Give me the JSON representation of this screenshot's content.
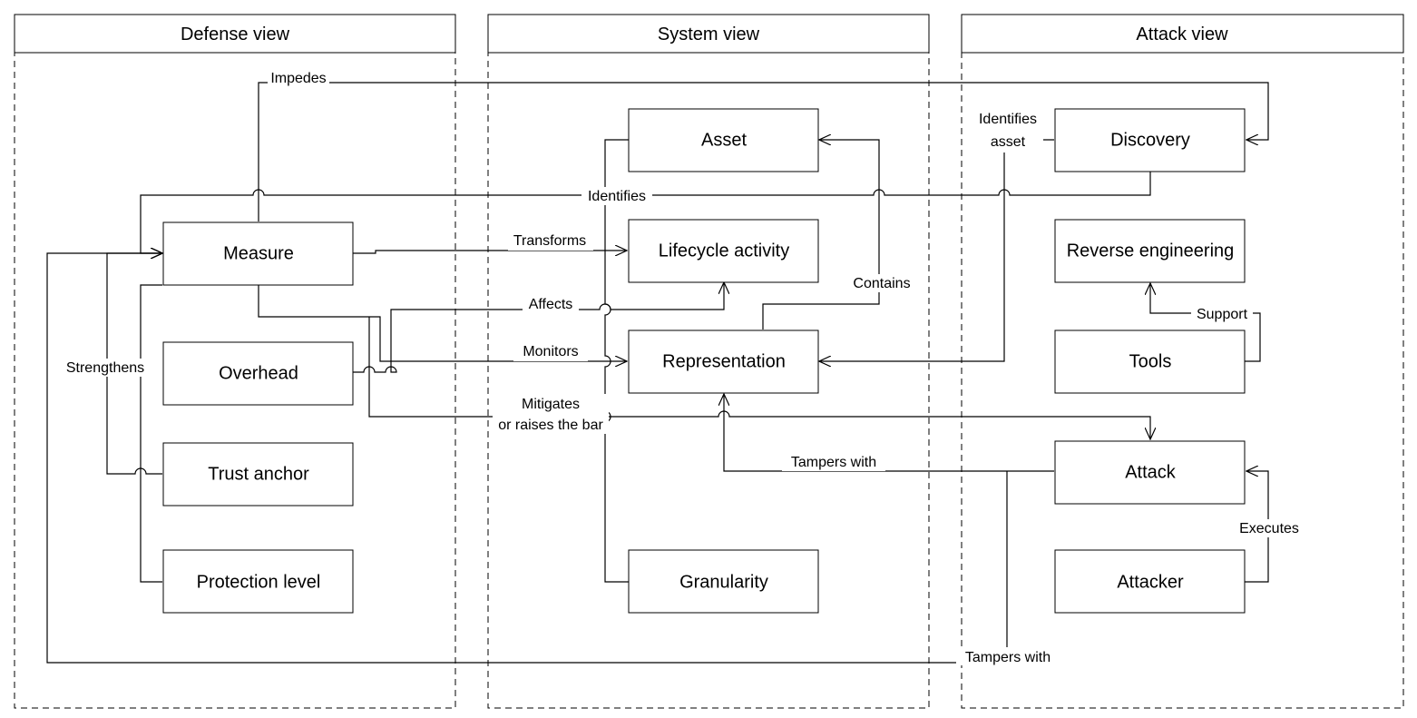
{
  "lanes": {
    "defense": "Defense view",
    "system": "System view",
    "attack": "Attack view"
  },
  "nodes": {
    "measure": "Measure",
    "overhead": "Overhead",
    "trust_anchor": "Trust anchor",
    "protection_level": "Protection level",
    "asset": "Asset",
    "lifecycle_activity": "Lifecycle activity",
    "representation": "Representation",
    "granularity": "Granularity",
    "discovery": "Discovery",
    "reverse_engineering": "Reverse engineering",
    "tools": "Tools",
    "attack": "Attack",
    "attacker": "Attacker"
  },
  "edges": {
    "impedes": "Impedes",
    "identifies": "Identifies",
    "identifies_asset_1": "Identifies",
    "identifies_asset_2": "asset",
    "transforms": "Transforms",
    "affects": "Affects",
    "monitors": "Monitors",
    "mitigates_1": "Mitigates",
    "mitigates_2": "or raises the bar",
    "contains": "Contains",
    "strengthens": "Strengthens",
    "support": "Support",
    "tampers_with_1": "Tampers with",
    "tampers_with_2": "Tampers with",
    "executes": "Executes"
  }
}
